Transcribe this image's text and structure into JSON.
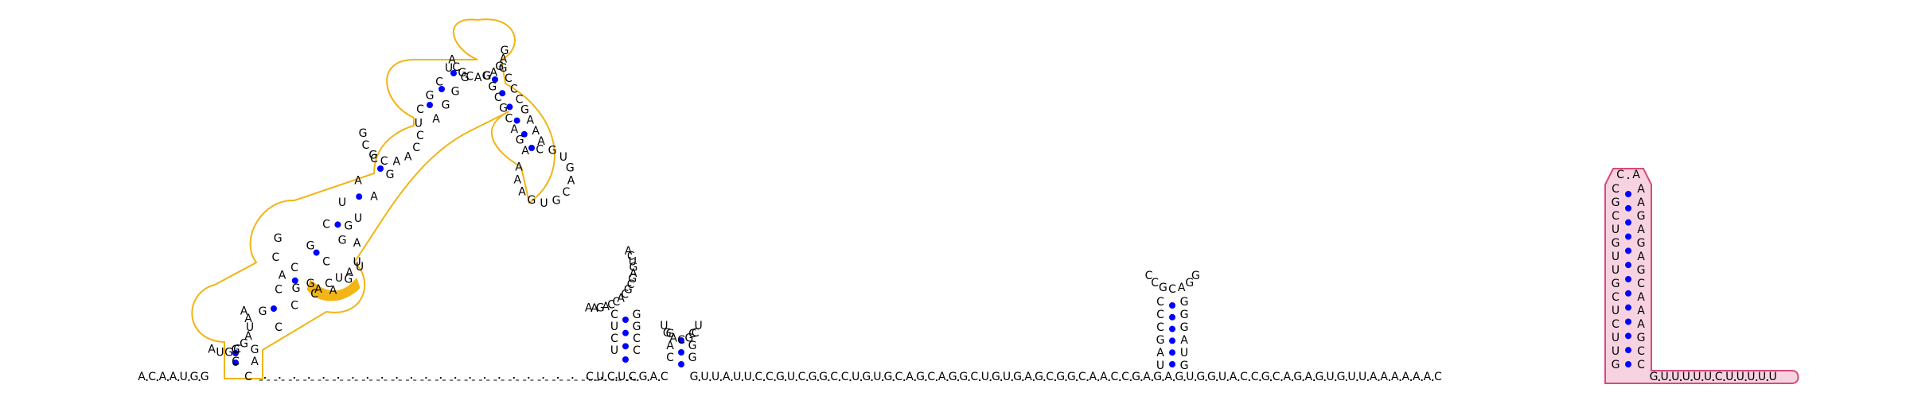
{
  "backbone": {
    "left_seq": "ACAAUGG",
    "bulge_seq": "C",
    "mid_seq": "CUCUCGAC",
    "right_seq": "GUUAUUCCGUCGGCCUGUGCAGCAGGCUGUGAGCGGCAACCGAGAGUGGUACCGCAGAGUGUUAAAAAAC",
    "tail_seq": "GUUUUUCUUUUU",
    "gap_dashes": 52
  },
  "colors": {
    "nucleotide_text": "#000000",
    "base_pair_dot": "#0000ff",
    "highlight_outline": "#f2b416",
    "highlight_fill": "#f2b416",
    "terminator_outline": "#d9487a",
    "terminator_fill": "#f7d3e1",
    "backbone": "#000000"
  },
  "structure": {
    "yellow_domain": {
      "loop1": "AUGCGAUAA",
      "loop2_left": "GCAGCAGUAG",
      "loop2_right": "ACUAU",
      "stem_left": "GCCGCUAC",
      "stem_right": "CCGCGUAG",
      "loop3": "GCGCAACCU",
      "top_loop": "ACGCAGAGAG",
      "right_arm": "GGCGCAGA",
      "right_loop": "CGUGACGUGAAA"
    },
    "hairpin_1": {
      "loop": "AAGACCACGCGAGUCA",
      "stem_5p": "CUCU",
      "stem_3p": "GGCC"
    },
    "hairpin_2": {
      "loop": "UGACGCU",
      "stem_5p": "GAC",
      "stem_3p": "CGG"
    },
    "hairpin_3": {
      "loop": "CCGCAGG",
      "stem_5p": "CCCGAU",
      "stem_3p": "GGGAUG"
    },
    "terminator": {
      "stem_5p": "CGCUGUUGCUCUUG",
      "loop": "CA",
      "stem_3p": "AAGAGAGCAAAGCC"
    }
  }
}
